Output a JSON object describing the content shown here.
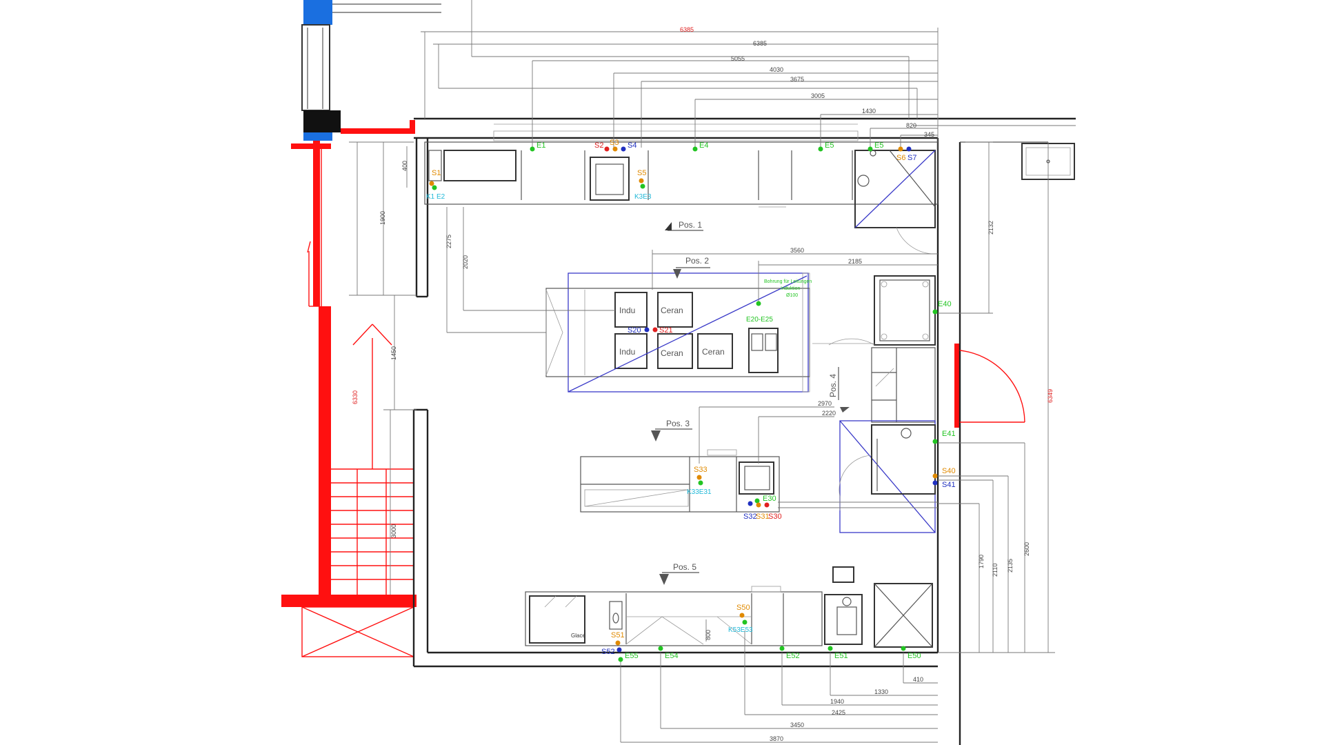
{
  "positions": [
    "Pos. 1",
    "Pos. 2",
    "Pos. 3",
    "Pos. 4",
    "Pos. 5"
  ],
  "equipment_labels": {
    "indu_1": "Indu",
    "indu_2": "Indu",
    "ceran_1": "Ceran",
    "ceran_2": "Ceran",
    "ceran_3": "Ceran",
    "glace": "Glace"
  },
  "note": [
    "Bohrung für Leitungen",
    "Induktion",
    "Ø100"
  ],
  "dimensions": {
    "d6385_red": "6385",
    "d6385": "6385",
    "d5055": "5055",
    "d4030": "4030",
    "d3675": "3675",
    "d3005": "3005",
    "d1430": "1430",
    "d820": "820",
    "d345": "345",
    "d400": "400",
    "d1900": "1900",
    "d2275": "2275",
    "d2020": "2020",
    "d3560": "3560",
    "d2185": "2185",
    "d2132": "2132",
    "d1450": "1450",
    "d6330_red": "6330",
    "d3000": "3000",
    "d2970": "2970",
    "d2220": "2220",
    "d6349_red": "6349",
    "d1790": "1790",
    "d2110": "2110",
    "d2135": "2135",
    "d2600": "2600",
    "d800": "800",
    "d410": "410",
    "d1330": "1330",
    "d1940": "1940",
    "d2425": "2425",
    "d3450": "3450",
    "d3870": "3870"
  },
  "connections": {
    "E1": "E1",
    "E4": "E4",
    "E5a": "E5",
    "E5b": "E5",
    "S2": "S2",
    "S3": "S3",
    "S4": "S4",
    "S5": "S5",
    "K3E3": "K3E3",
    "S1": "S1",
    "K1E2": "K1 E2",
    "S6": "S6",
    "S7": "S7",
    "E20E25": "E20-E25",
    "S20": "S20",
    "S21": "S21",
    "E40": "E40",
    "E41": "E41",
    "S40": "S40",
    "S41": "S41",
    "S33": "S33",
    "K33E31": "K33E31",
    "E30": "E30",
    "S32": "S32",
    "S31": "S31",
    "S30": "S30",
    "S50": "S50",
    "K53E53": "K53E53",
    "S51": "S51",
    "S52": "S52",
    "E55": "E55",
    "E54": "E54",
    "E52": "E52",
    "E51": "E51",
    "E50": "E50"
  },
  "colors": {
    "wall_red": "#ff1010",
    "window_blue": "#1a6fe0",
    "connection_green": "#22c422",
    "connection_orange": "#e08a00",
    "connection_red": "#e02020",
    "connection_blue": "#2030c0",
    "connection_cyan": "#20b8d8",
    "outline_blue": "#3a3ac8"
  }
}
